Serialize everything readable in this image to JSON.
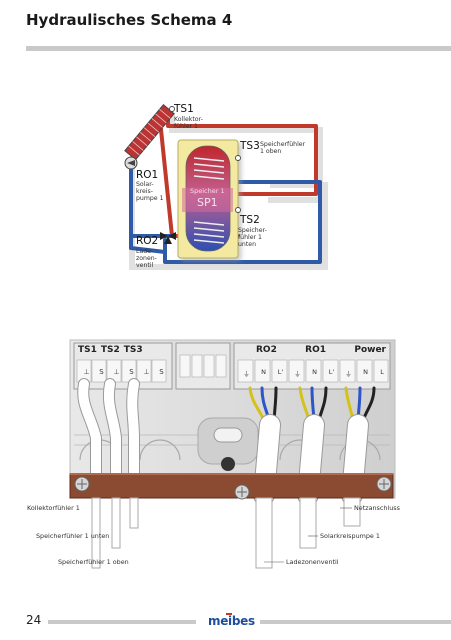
{
  "title": "Hydraulisches Schema 4",
  "schema": {
    "ts1": {
      "tag": "TS1",
      "desc": "Kollektor-\nfühler 1"
    },
    "ts3": {
      "tag": "TS3",
      "desc": "Speicherfühler\n1 oben"
    },
    "ts2": {
      "tag": "TS2",
      "desc": "Speicher-\nfühler 1\nunten"
    },
    "ro1": {
      "tag": "RO1",
      "desc": "Solar-\nkreis-\npumpe 1"
    },
    "ro2": {
      "tag": "RO2",
      "desc": "Lade-\nzonen-\nventil"
    },
    "tank": {
      "small": "Speicher 1",
      "big": "SP1"
    }
  },
  "terminal": {
    "groups_left": [
      "TS1",
      "TS2",
      "TS3"
    ],
    "groups_right": [
      "RO2",
      "RO1",
      "Power"
    ],
    "pins_left": [
      "⊥",
      "S",
      "⊥",
      "S",
      "⊥",
      "S"
    ],
    "pins_right": [
      "⏚",
      "N",
      "L'",
      "⏚",
      "N",
      "L'",
      "⏚",
      "N",
      "L"
    ]
  },
  "callouts": {
    "kollektorfuehler": "Kollektorfühler 1",
    "speicher_unten": "Speicherfühler 1 unten",
    "speicher_oben": "Speicherfühler 1 oben",
    "netzanschluss": "Netzanschluss",
    "solarkreispumpe": "Solarkreispumpe 1",
    "ladezonenventil": "Ladezonenventil"
  },
  "footer": {
    "page_number": "24",
    "logo": "meibes"
  },
  "colors": {
    "hot_pipe": "#c0392b",
    "cold_pipe": "#2e5aa8",
    "cable_brown": "#8b4a32",
    "housing": "#d4d4d4"
  }
}
